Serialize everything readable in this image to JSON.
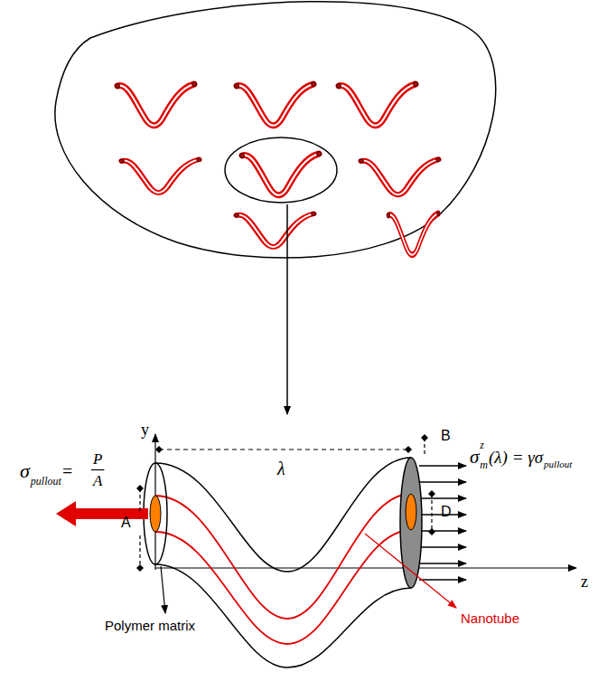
{
  "diagram": {
    "labels": [
      "σ",
      "pullout",
      "=",
      "P",
      "A",
      "λ",
      "y",
      "B",
      "D",
      "σ",
      "z",
      "m",
      "(λ) = γσ",
      "pullout",
      "A",
      "z",
      "Polymer matrix",
      "Nanotube"
    ]
  }
}
